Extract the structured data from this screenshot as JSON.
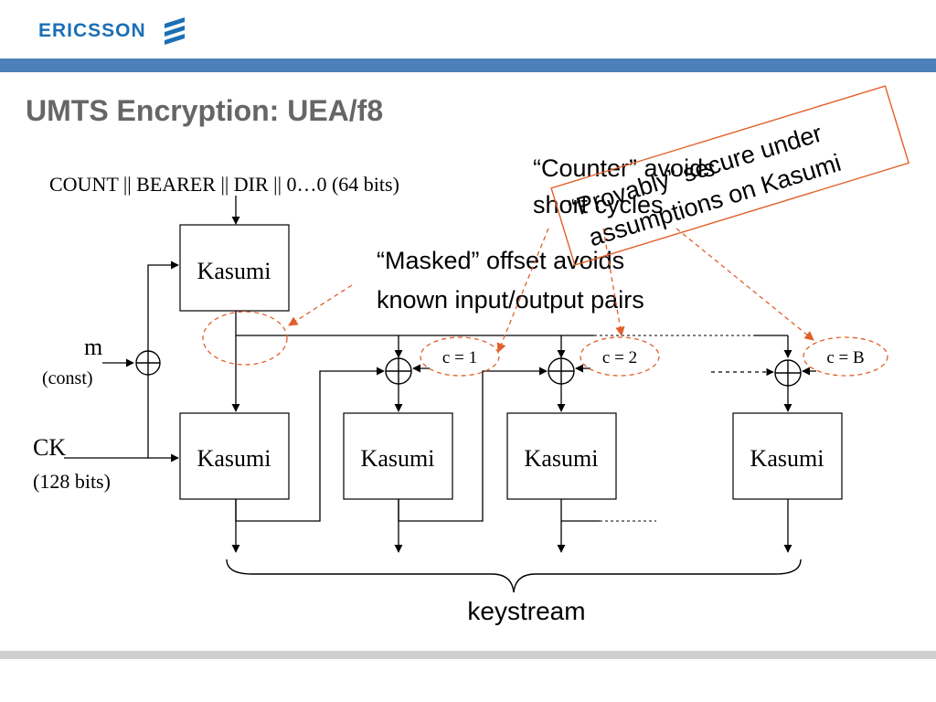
{
  "header": {
    "logo_text": "ERICSSON",
    "logo_icon": "ericsson-stripes-icon",
    "bar_color": "#4d7fb8",
    "footer_bar_color": "#cfcfcf"
  },
  "slide": {
    "title": "UMTS Encryption: UEA/f8",
    "title_color": "#666666"
  },
  "diagram": {
    "iv_label": "COUNT || BEARER || DIR || 0…0  (64 bits)",
    "top_block": "Kasumi",
    "blocks": [
      "Kasumi",
      "Kasumi",
      "Kasumi",
      "Kasumi"
    ],
    "m_label": "m",
    "m_sub": "(const)",
    "ck_label": "CK",
    "ck_sub": "(128 bits)",
    "counters": [
      "c = 1",
      "c = 2",
      "c = B"
    ],
    "keystream_label": "keystream",
    "annotation_color": "#e0602a"
  },
  "annotations": {
    "masked_line1": "“Masked” offset avoids",
    "masked_line2": "known input/output pairs",
    "counter_line1": "“Counter” avoids",
    "counter_line2": "short cycles",
    "proofs_line1": "“Provably” secure under",
    "proofs_line2": "assumptions on Kasumi"
  }
}
